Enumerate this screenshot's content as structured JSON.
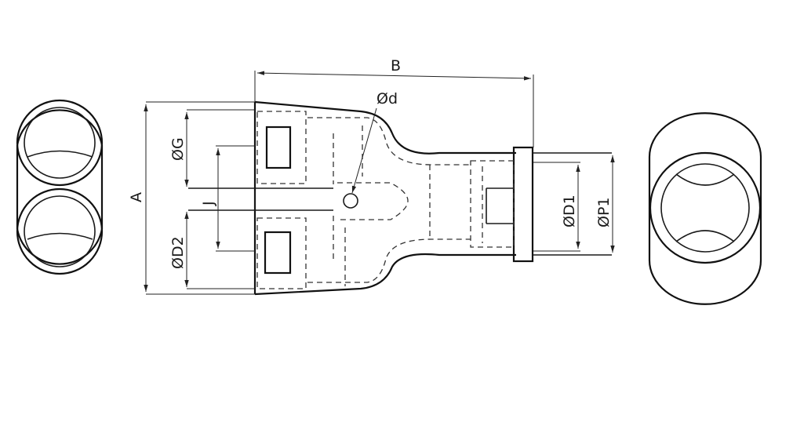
{
  "drawing": {
    "labels": {
      "A": "A",
      "B": "B",
      "d": "Ød",
      "G": "ØG",
      "J": "J",
      "D2": "ØD2",
      "D1": "ØD1",
      "P1": "ØP1"
    }
  }
}
